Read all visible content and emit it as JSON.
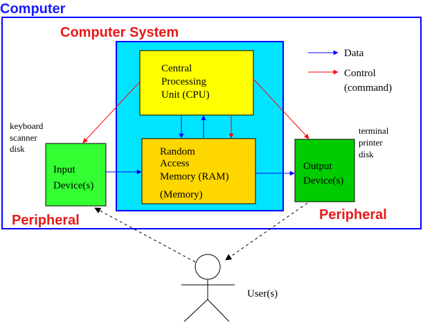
{
  "titles": {
    "computer": "Computer",
    "computer_system": "Computer System",
    "peripheral_left": "Peripheral",
    "peripheral_right": "Peripheral"
  },
  "legend": {
    "data": "Data",
    "control_line1": "Control",
    "control_line2": "(command)"
  },
  "cpu": {
    "line1": "Central",
    "line2": "Processing",
    "line3": "Unit (CPU)"
  },
  "ram": {
    "line1": "Random",
    "line2": "Access",
    "line3": "Memory (RAM)",
    "line4": "(Memory)"
  },
  "input_device": {
    "line1": "Input",
    "line2": "Device(s)",
    "examples": [
      "keyboard",
      "scanner",
      "disk"
    ]
  },
  "output_device": {
    "line1": "Output",
    "line2": "Device(s)",
    "examples": [
      "terminal",
      "printer",
      "disk"
    ]
  },
  "user": {
    "label": "User(s)"
  },
  "colors": {
    "frame_blue": "#0000ff",
    "title_blue": "#1a1aff",
    "title_red": "#e61a1a",
    "system_fill": "#00e5ff",
    "cpu_fill": "#ffff00",
    "ram_fill": "#ffd700",
    "input_fill": "#33ff33",
    "output_fill": "#00cc00",
    "data_arrow": "#0000ff",
    "control_arrow": "#ff0000"
  }
}
